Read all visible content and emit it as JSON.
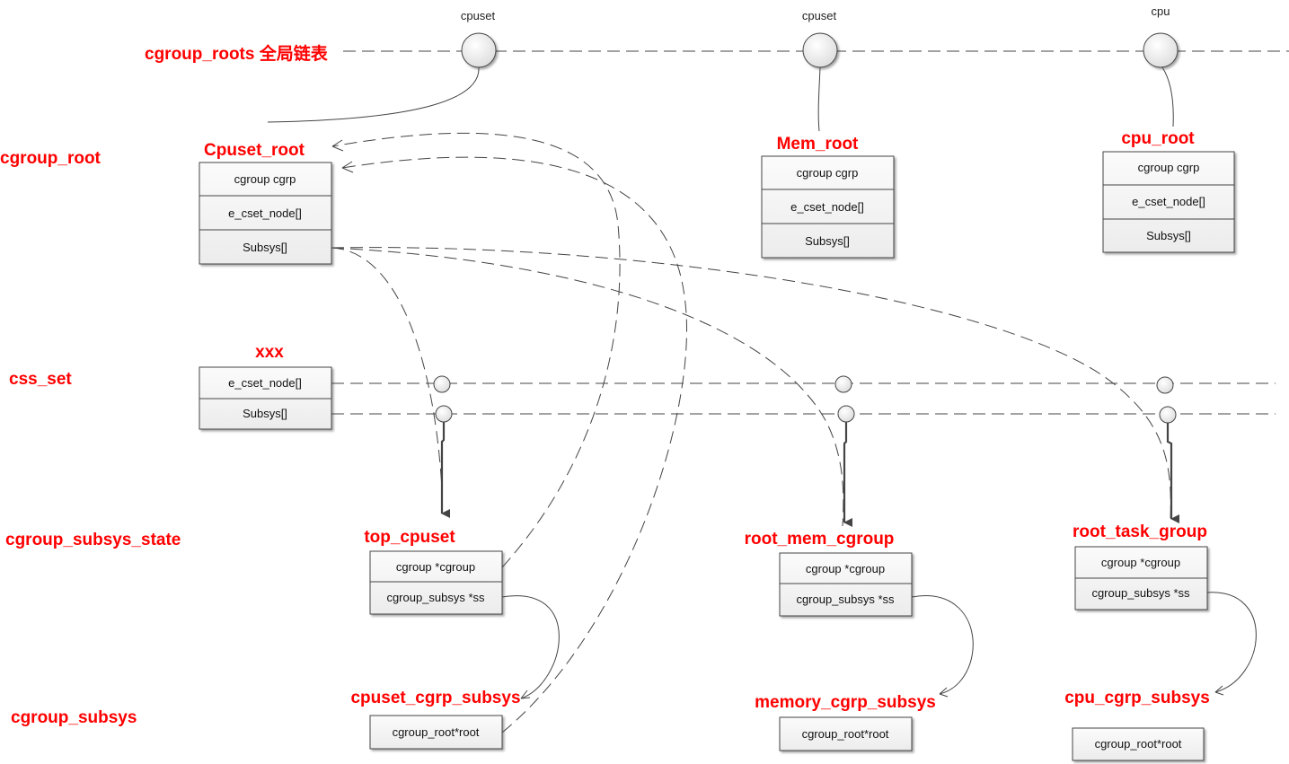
{
  "row_labels": {
    "cgroup_roots": "cgroup_roots 全局链表",
    "cgroup_root": "cgroup_root",
    "css_set": "css_set",
    "cgroup_subsys_state": "cgroup_subsys_state",
    "cgroup_subsys": "cgroup_subsys"
  },
  "top_nodes": [
    {
      "label": "cpuset"
    },
    {
      "label": "cpuset"
    },
    {
      "label": "cpu"
    }
  ],
  "roots": [
    {
      "title": "Cpuset_root",
      "cells": [
        "cgroup cgrp",
        "e_cset_node[]",
        "Subsys[]"
      ]
    },
    {
      "title": "Mem_root",
      "cells": [
        "cgroup cgrp",
        "e_cset_node[]",
        "Subsys[]"
      ]
    },
    {
      "title": "cpu_root",
      "cells": [
        "cgroup cgrp",
        "e_cset_node[]",
        "Subsys[]"
      ]
    }
  ],
  "css_set": {
    "title": "xxx",
    "cells": [
      "e_cset_node[]",
      "Subsys[]"
    ]
  },
  "states": [
    {
      "title": "top_cpuset",
      "cells": [
        "cgroup *cgroup",
        "cgroup_subsys *ss"
      ]
    },
    {
      "title": "root_mem_cgroup",
      "cells": [
        "cgroup *cgroup",
        "cgroup_subsys *ss"
      ]
    },
    {
      "title": "root_task_group",
      "cells": [
        "cgroup *cgroup",
        "cgroup_subsys *ss"
      ]
    }
  ],
  "subsystems": [
    {
      "title": "cpuset_cgrp_subsys",
      "cells": [
        "cgroup_root*root"
      ]
    },
    {
      "title": "memory_cgrp_subsys",
      "cells": [
        "cgroup_root*root"
      ]
    },
    {
      "title": "cpu_cgrp_subsys",
      "cells": [
        "cgroup_root*root"
      ]
    }
  ]
}
